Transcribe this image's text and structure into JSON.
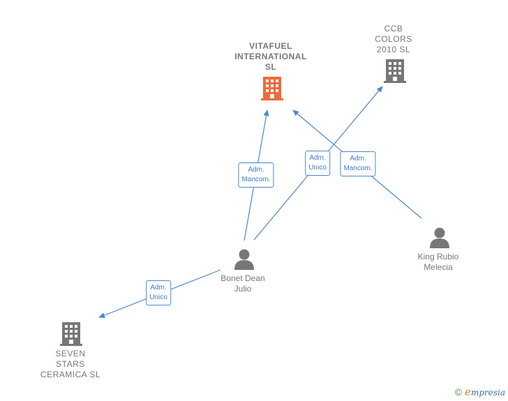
{
  "colors": {
    "edge": "#4a86d0",
    "main_company": "#f06a3c",
    "company": "#777777",
    "person": "#777777"
  },
  "nodes": {
    "vitafuel": {
      "label": "VITAFUEL\nINTERNATIONAL\nSL",
      "icon": "building-icon"
    },
    "ccb": {
      "label": "CCB\nCOLORS\n2010 SL",
      "icon": "building-icon"
    },
    "seven": {
      "label": "SEVEN\nSTARS\nCERAMICA  SL",
      "icon": "building-icon"
    },
    "bonet": {
      "label": "Bonet Dean\nJulio",
      "icon": "person-icon"
    },
    "king": {
      "label": "King Rubio\nMelecia",
      "icon": "person-icon"
    }
  },
  "edges": {
    "bonet_vitafuel": "Adm.\nMancom.",
    "bonet_ccb": "Adm.\nUnico",
    "king_vitafuel": "Adm.\nMancom.",
    "bonet_seven": "Adm.\nUnico"
  },
  "footer": {
    "copyright": "©",
    "brand_initial": "e",
    "brand_rest": "mpresia"
  }
}
